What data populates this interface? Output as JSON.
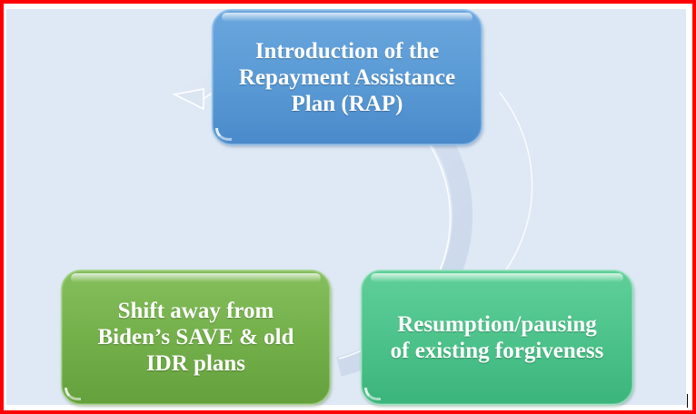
{
  "diagram": {
    "type": "cycle",
    "direction": "clockwise",
    "steps": [
      {
        "id": "top",
        "label": "Introduction of the Repayment Assistance Plan (RAP)",
        "lines": [
          "Introduction of the",
          "Repayment Assistance",
          "Plan (RAP)"
        ],
        "color": "#5b9bd5"
      },
      {
        "id": "bottom-right",
        "label": "Resumption/pausing of existing forgiveness",
        "lines": [
          "Resumption/pausing",
          "of existing forgiveness"
        ],
        "color": "#4cc38a"
      },
      {
        "id": "bottom-left",
        "label": "Shift away from Biden’s SAVE & old IDR plans",
        "lines": [
          "Shift away from",
          "Biden’s SAVE & old",
          "IDR plans"
        ],
        "color": "#70ad47"
      }
    ]
  },
  "colors": {
    "frame_border": "#ff0000",
    "panel_background": "#dfe9f5",
    "ring": "#cfdcee"
  }
}
